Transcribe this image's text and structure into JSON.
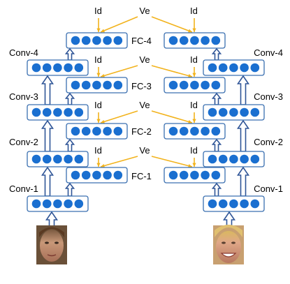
{
  "labels": {
    "id": "Id",
    "ve": "Ve",
    "fc": [
      "FC-1",
      "FC-2",
      "FC-3",
      "FC-4"
    ],
    "conv": [
      "Conv-1",
      "Conv-2",
      "Conv-3",
      "Conv-4"
    ]
  },
  "neurons_per_layer": 5,
  "colors": {
    "neuron": "#1a6fd0",
    "layer_border": "#3a6fb0",
    "block_arrow": "#2f5597",
    "connector": "#f2b31d"
  },
  "images": {
    "left": "face-photo-left",
    "right": "face-photo-right"
  }
}
